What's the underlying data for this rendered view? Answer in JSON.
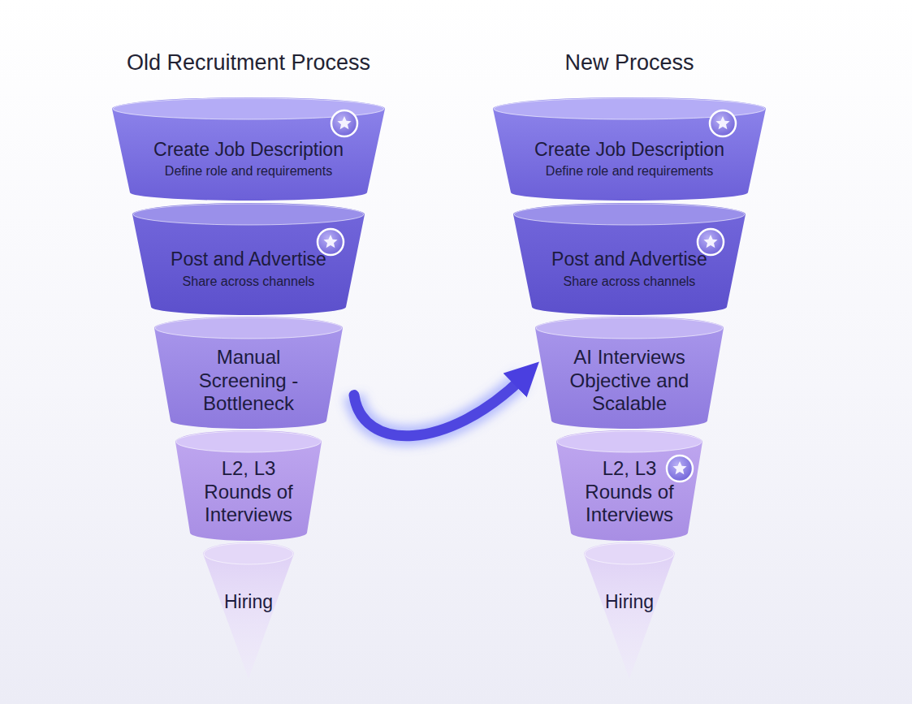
{
  "diagram": {
    "nodes": [
      {
        "text": [
          "Create Job Description",
          "Define role and requirements"
        ]
      },
      {
        "text": [
          "Post and Advertise",
          "Share across channels"
        ]
      },
      {
        "text": [
          "Manual Screening - Bottleneck"
        ]
      },
      {
        "text": [
          "L2, L3 Rounds of Interviews"
        ]
      },
      {
        "text": [
          "Hiring"
        ]
      },
      {
        "text": [
          "Create Job Description",
          "Define role and requirements"
        ]
      },
      {
        "text": [
          "Post and Advertise",
          "Share across channels"
        ]
      },
      {
        "text": [
          "AI Interviews Objective and Scalable"
        ]
      },
      {
        "text": [
          "L2, L3 Rounds of Interviews"
        ]
      },
      {
        "text": [
          "Hiring"
        ]
      }
    ],
    "edges": [
      {
        "from": 2,
        "to": 7,
        "arrow": "to"
      }
    ],
    "labels": [
      "Old Recruitment Process",
      "New Process"
    ]
  }
}
